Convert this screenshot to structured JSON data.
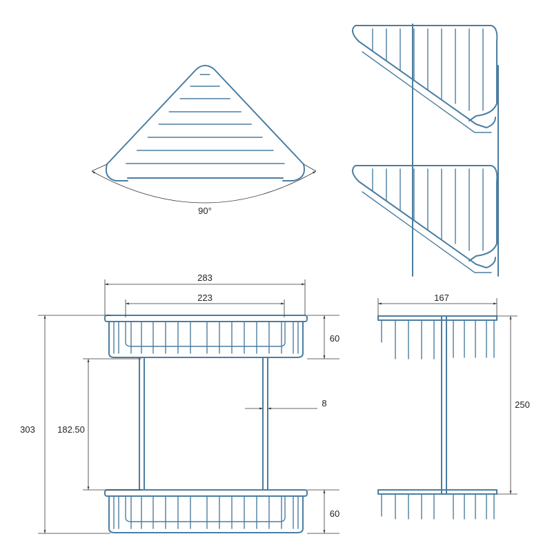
{
  "drawing": {
    "title": "Double corner shower basket technical drawing",
    "top_view": {
      "angle_label": "90°"
    },
    "front_view": {
      "overall_width": "283",
      "inner_width": "223",
      "overall_height": "303",
      "shelf_spacing": "182.50",
      "rod_diameter": "8",
      "top_basket_height": "60",
      "bottom_basket_height": "60"
    },
    "side_view": {
      "depth": "167",
      "height": "250"
    },
    "colors": {
      "wire": "#4a7da0",
      "dimension": "#333333"
    }
  }
}
